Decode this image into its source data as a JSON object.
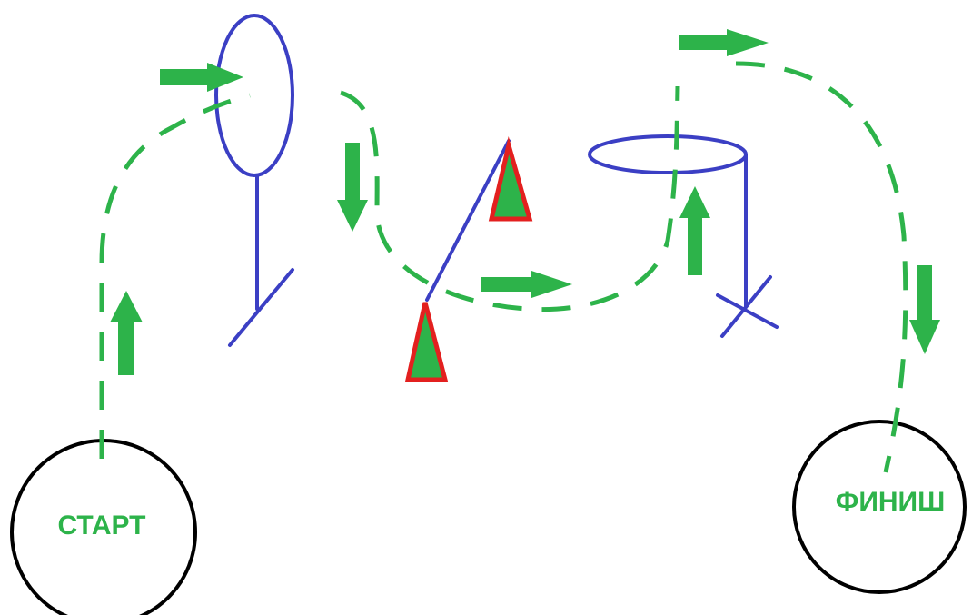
{
  "labels": {
    "start": "СТАРТ",
    "finish": "ФИНИШ"
  },
  "colors": {
    "route": "#2db34a",
    "obstacle": "#3b3fc4",
    "cone_fill": "#2db34a",
    "cone_outline": "#e3201f",
    "ring": "#000000",
    "background": "#ffffff"
  },
  "elements": {
    "start_ring": "circle",
    "finish_ring": "circle",
    "hoop_obstacle": "vertical-hoop-on-stand",
    "pole_between_cones": "slanted-pole",
    "cone_count": 2,
    "horizontal_hoop": "horizontal-hoop-on-stand",
    "direction_arrows": 7
  }
}
